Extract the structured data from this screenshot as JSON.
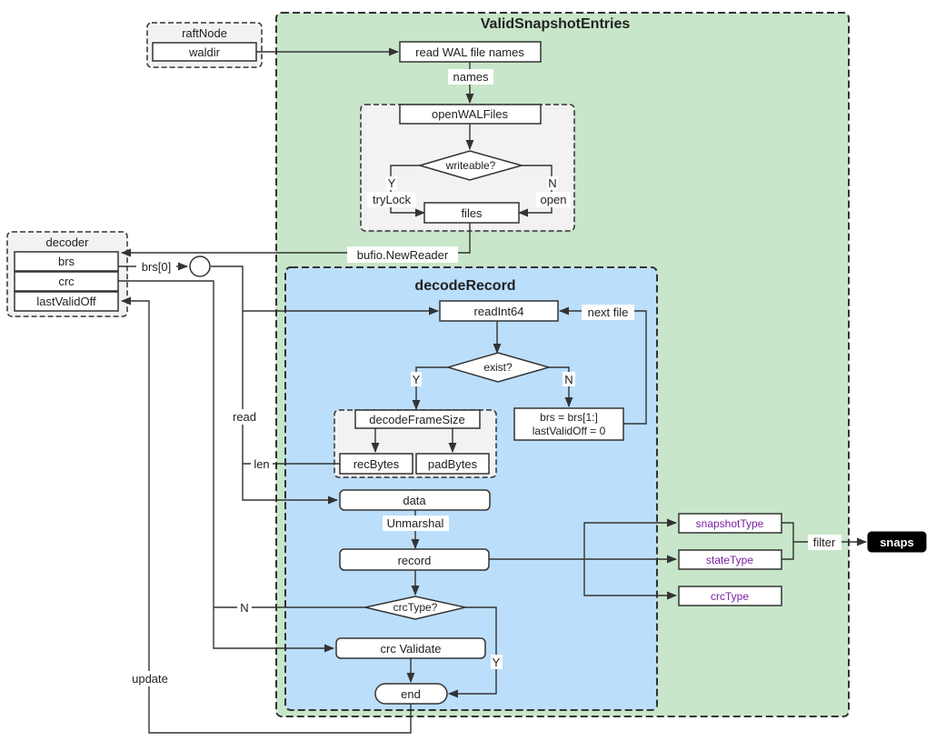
{
  "colors": {
    "valid_region": "#c8e6c9",
    "decode_region": "#bbdefb",
    "group_box": "#f2f2f2",
    "stroke": "#333333",
    "type_text": "#7b1fa2",
    "snaps_fill": "#000000"
  },
  "containers": {
    "valid_title": "ValidSnapshotEntries",
    "decode_title": "decodeRecord",
    "raftnode_title": "raftNode",
    "decoder_title": "decoder"
  },
  "raftnode": {
    "field": "waldir"
  },
  "decoder": {
    "fields": [
      "brs",
      "crc",
      "lastValidOff"
    ]
  },
  "nodes": {
    "read_names": "read WAL file names",
    "open_wal": "openWALFiles",
    "writeable": "writeable?",
    "files": "files",
    "read_int64": "readInt64",
    "exist": "exist?",
    "reset_line1": "brs = brs[1:]",
    "reset_line2": "lastValidOff = 0",
    "decode_frame": "decodeFrameSize",
    "rec_bytes": "recBytes",
    "pad_bytes": "padBytes",
    "data": "data",
    "record": "record",
    "crc_type_q": "crcType?",
    "crc_validate": "crc Validate",
    "end": "end",
    "snapshot_type": "snapshotType",
    "state_type": "stateType",
    "crc_type": "crcType",
    "snaps": "snaps"
  },
  "labels": {
    "names": "names",
    "y": "Y",
    "trylock": "tryLock",
    "n": "N",
    "open": "open",
    "bufio": "bufio.NewReader",
    "brs0": "brs[0]",
    "next_file": "next file",
    "exist_y": "Y",
    "exist_n": "N",
    "read": "read",
    "len": "len",
    "unmarshal": "Unmarshal",
    "crc_n": "N",
    "crc_y": "Y",
    "update": "update",
    "filter": "filter"
  }
}
